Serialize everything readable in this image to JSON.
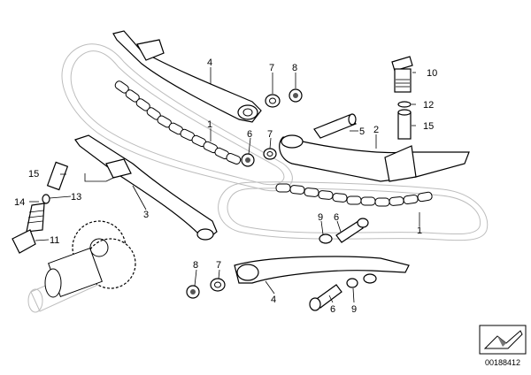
{
  "diagram": {
    "callouts": {
      "c10": "10",
      "c12": "12",
      "c15a": "15",
      "c4a": "4",
      "c7a": "7",
      "c8a": "8",
      "c1a": "1",
      "c6a": "6",
      "c7b": "7",
      "c5": "5",
      "c2": "2",
      "c15b": "15",
      "c13": "13",
      "c14": "14",
      "c11": "11",
      "c3": "3",
      "c9a": "9",
      "c6b": "6",
      "c1b": "1",
      "c8b": "8",
      "c7c": "7",
      "c4b": "4",
      "c6c": "6",
      "c9b": "9"
    },
    "reference_number": "00188412"
  }
}
